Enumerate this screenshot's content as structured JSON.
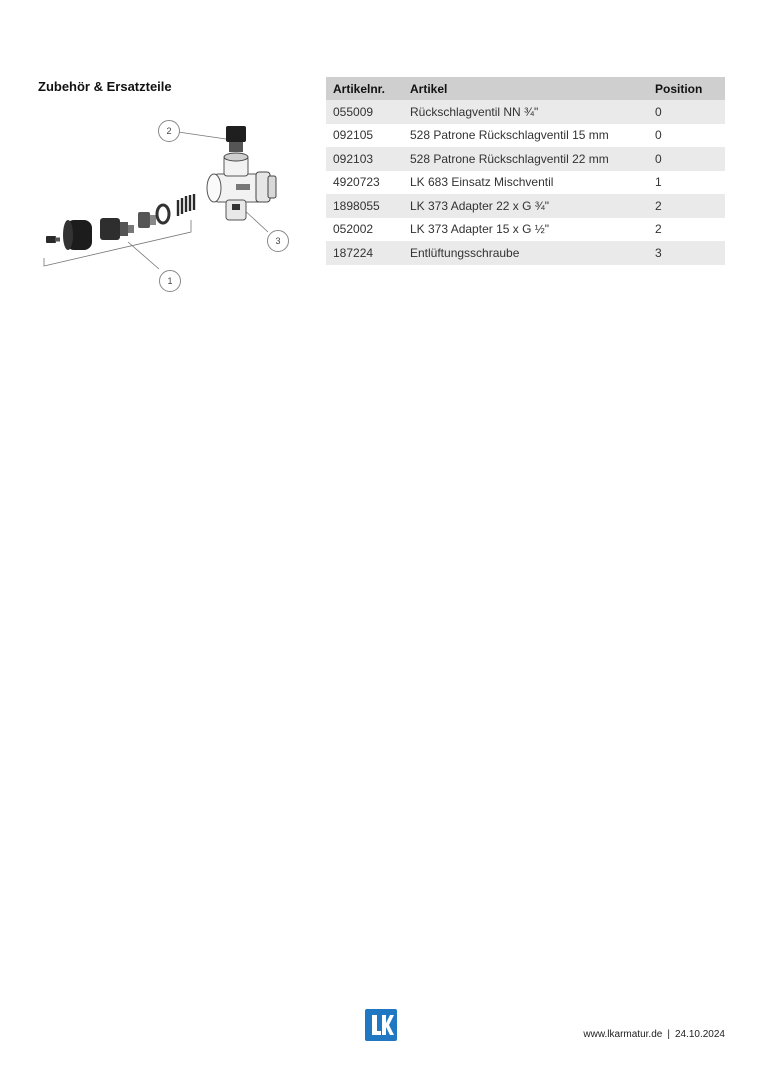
{
  "section": {
    "title": "Zubehör & Ersatzteile"
  },
  "diagram": {
    "callouts": [
      "1",
      "2",
      "3"
    ]
  },
  "table": {
    "headers": [
      "Artikelnr.",
      "Artikel",
      "Position"
    ],
    "rows": [
      [
        "055009",
        "Rückschlagventil NN ¾\"",
        "0"
      ],
      [
        "092105",
        "528 Patrone Rückschlagventil 15 mm",
        "0"
      ],
      [
        "092103",
        "528 Patrone Rückschlagventil 22 mm",
        "0"
      ],
      [
        "4920723",
        "LK 683 Einsatz Mischventil",
        "1"
      ],
      [
        "1898055",
        "LK 373 Adapter 22 x G ¾\"",
        "2"
      ],
      [
        "052002",
        "LK 373 Adapter 15 x G ½\"",
        "2"
      ],
      [
        "187224",
        "Entlüftungsschraube",
        "3"
      ]
    ]
  },
  "footer": {
    "website": "www.lkarmatur.de",
    "separator": "|",
    "date": "24.10.2024"
  },
  "logo": {
    "icon": "lk-logo-icon",
    "color": "#1f78c1"
  }
}
